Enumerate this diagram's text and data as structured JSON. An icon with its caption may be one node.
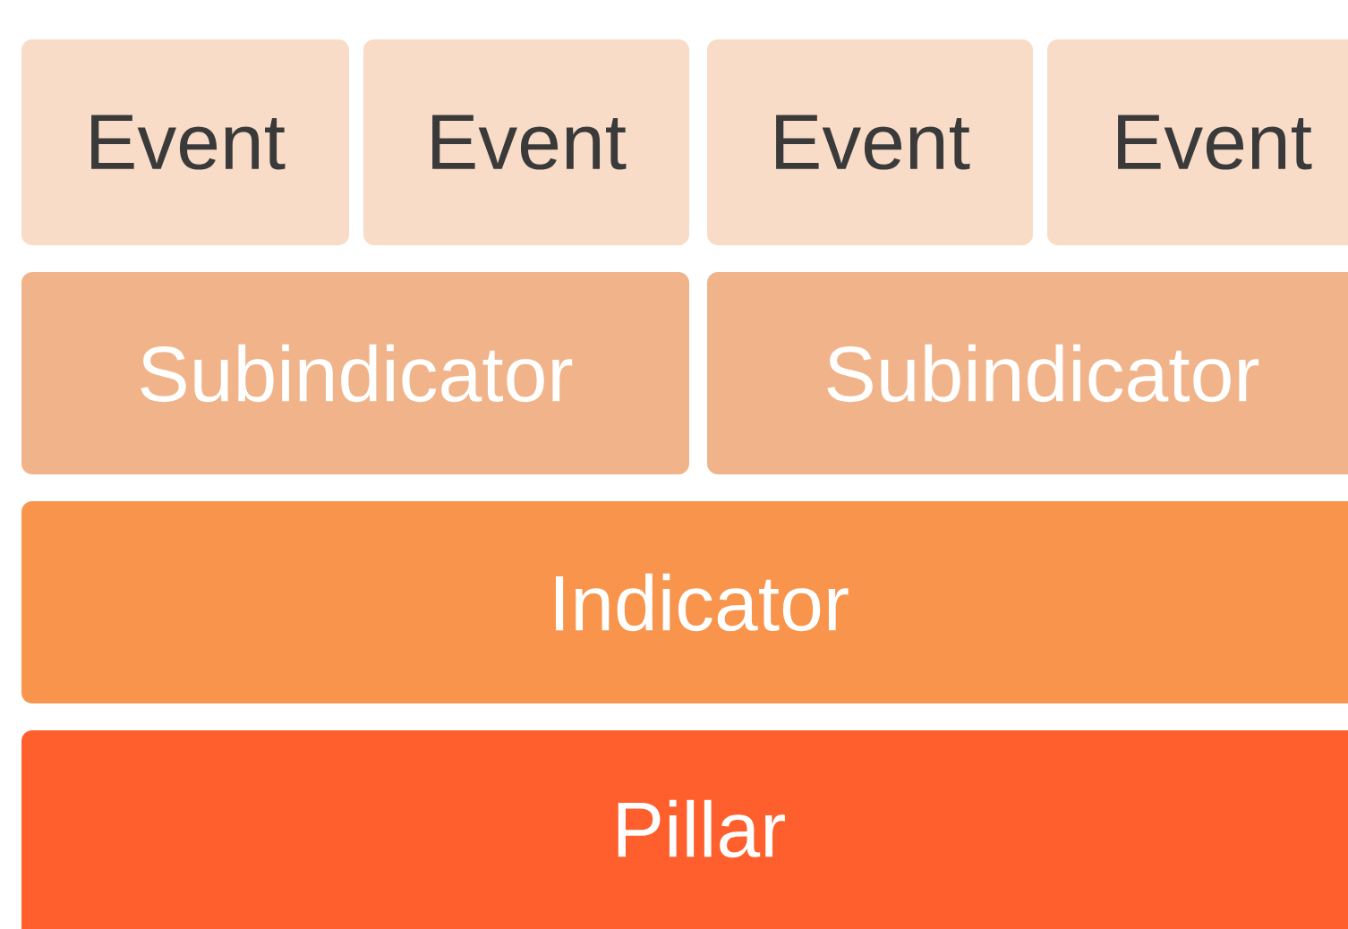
{
  "diagram": {
    "nodes": [
      {
        "text": [
          "Event"
        ]
      },
      {
        "text": [
          "Event"
        ]
      },
      {
        "text": [
          "Event"
        ]
      },
      {
        "text": [
          "Event"
        ]
      },
      {
        "text": [
          "Subindicator"
        ]
      },
      {
        "text": [
          "Subindicator"
        ]
      },
      {
        "text": [
          "Indicator"
        ]
      },
      {
        "text": [
          "Pillar"
        ]
      }
    ]
  }
}
